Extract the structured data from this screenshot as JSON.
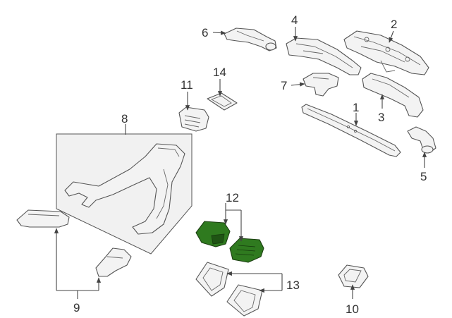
{
  "diagram": {
    "callouts": [
      {
        "id": "c1",
        "label": "1"
      },
      {
        "id": "c2",
        "label": "2"
      },
      {
        "id": "c3",
        "label": "3"
      },
      {
        "id": "c4",
        "label": "4"
      },
      {
        "id": "c5",
        "label": "5"
      },
      {
        "id": "c6",
        "label": "6"
      },
      {
        "id": "c7",
        "label": "7"
      },
      {
        "id": "c8",
        "label": "8"
      },
      {
        "id": "c9",
        "label": "9"
      },
      {
        "id": "c10",
        "label": "10"
      },
      {
        "id": "c11",
        "label": "11"
      },
      {
        "id": "c12",
        "label": "12"
      },
      {
        "id": "c13",
        "label": "13"
      },
      {
        "id": "c14",
        "label": "14"
      }
    ],
    "colors": {
      "highlight": "#2f7a1f",
      "line": "#444444",
      "background": "#ffffff"
    }
  }
}
